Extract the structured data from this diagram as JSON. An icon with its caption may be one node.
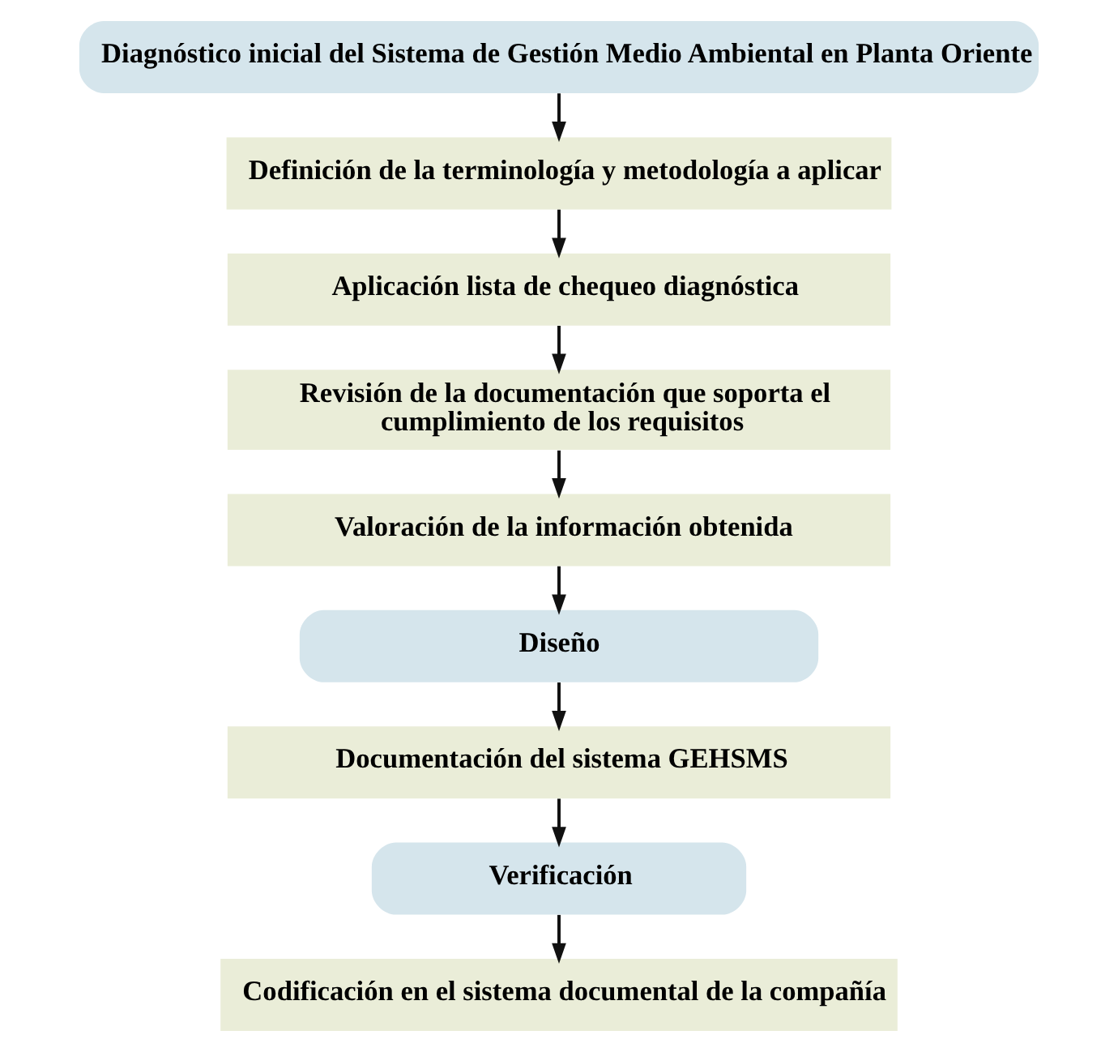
{
  "diagram": {
    "nodes": [
      {
        "text": [
          "Diagnóstico inicial del Sistema de Gestión Medio Ambiental en Planta Oriente"
        ]
      },
      {
        "text": [
          "Definición de la terminología y metodología a aplicar"
        ]
      },
      {
        "text": [
          "Aplicación lista de chequeo diagnóstica"
        ]
      },
      {
        "text": [
          "Revisión de la documentación que soporta el cumplimiento de los requisitos"
        ]
      },
      {
        "text": [
          "Valoración de la información obtenida"
        ]
      },
      {
        "text": [
          "Diseño"
        ]
      },
      {
        "text": [
          "Documentación del sistema GEHSMS"
        ]
      },
      {
        "text": [
          "Verificación"
        ]
      },
      {
        "text": [
          "Codificación en el sistema documental de la compañía"
        ]
      }
    ],
    "edges": [
      {
        "from": 0,
        "to": 1,
        "arrow": "to"
      },
      {
        "from": 1,
        "to": 2,
        "arrow": "to"
      },
      {
        "from": 2,
        "to": 3,
        "arrow": "to"
      },
      {
        "from": 3,
        "to": 4,
        "arrow": "to"
      },
      {
        "from": 4,
        "to": 5,
        "arrow": "to"
      },
      {
        "from": 5,
        "to": 6,
        "arrow": "to"
      },
      {
        "from": 6,
        "to": 7,
        "arrow": "to"
      },
      {
        "from": 7,
        "to": 8,
        "arrow": "to"
      }
    ]
  }
}
